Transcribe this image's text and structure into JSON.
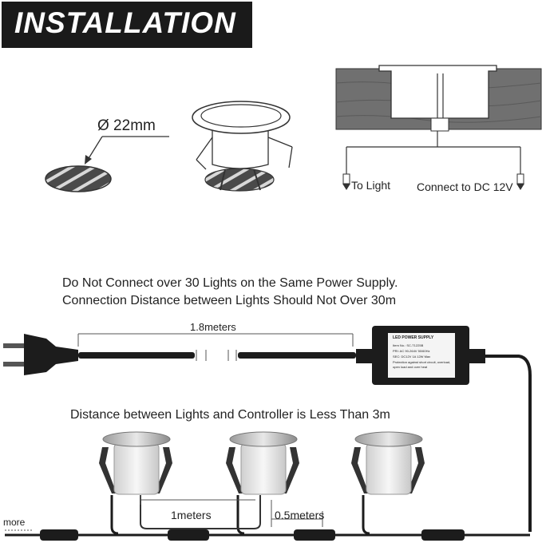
{
  "banner": {
    "title": "INSTALLATION"
  },
  "hole": {
    "diameter_label": "Ø 22mm"
  },
  "section": {
    "to_light": "To Light",
    "connect_dc": "Connect to DC 12V"
  },
  "notes": {
    "line1": "Do Not Connect over 30 Lights on the Same Power Supply.",
    "line2": "Connection Distance between Lights Should Not Over 30m",
    "controller": "Distance between Lights and Controller is Less Than 3m"
  },
  "cable": {
    "length_label": "1.8meters"
  },
  "power_supply": {
    "title": "LED POWER SUPPLY",
    "lines": [
      "Item No.: SC-T1225B",
      "PRI: AC 90-264V 50/60Hz",
      "SEC: DC12V 1A 12W Max",
      "Protection against short circuit, overload,",
      "open load and over heat"
    ]
  },
  "spacing": {
    "between_lights": "1meters",
    "to_connector": "0.5meters",
    "more": "more"
  },
  "colors": {
    "banner_bg": "#1a1a1a",
    "wood": "#707070",
    "cable": "#1c1c1c",
    "line": "#555555"
  }
}
